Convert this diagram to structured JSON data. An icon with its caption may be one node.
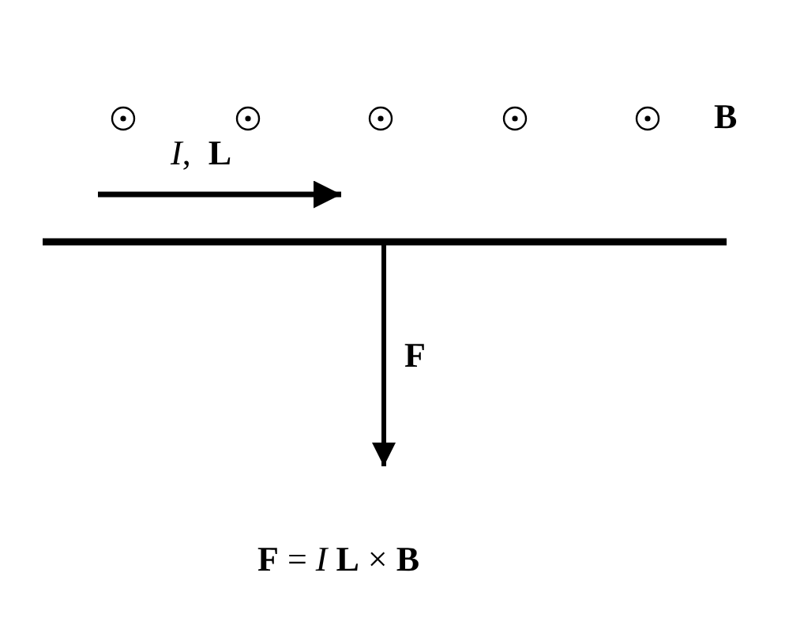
{
  "diagram": {
    "labels": [
      "**B**",
      "*I*,  **L**",
      "**F**",
      "**F** = *I* **L** × **B**"
    ]
  }
}
